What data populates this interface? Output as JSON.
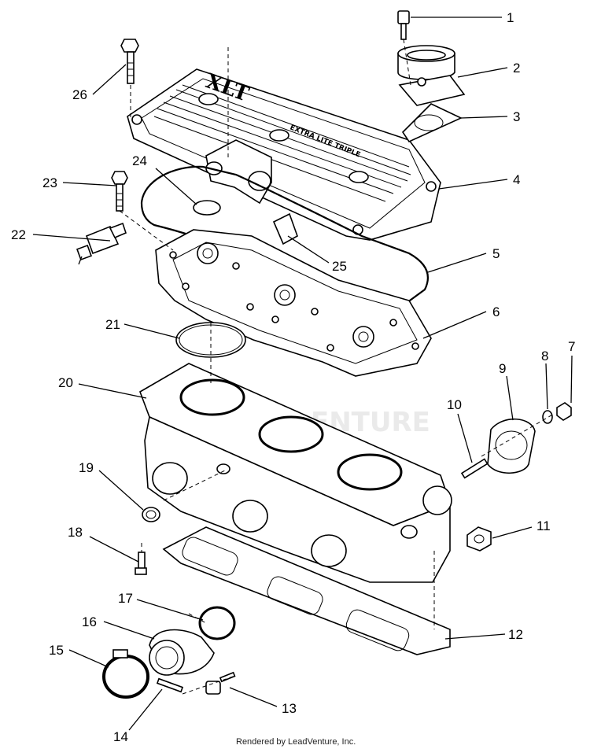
{
  "callouts": [
    "1",
    "2",
    "3",
    "4",
    "5",
    "6",
    "7",
    "8",
    "9",
    "10",
    "11",
    "12",
    "13",
    "14",
    "15",
    "16",
    "17",
    "18",
    "19",
    "20",
    "21",
    "22",
    "23",
    "24",
    "25",
    "26"
  ],
  "valve_cover_text": {
    "model": "XLT",
    "subtitle": "EXTRA LITE TRIPLE"
  },
  "footer": "Rendered by LeadVenture, Inc.",
  "watermark": "ENTURE"
}
